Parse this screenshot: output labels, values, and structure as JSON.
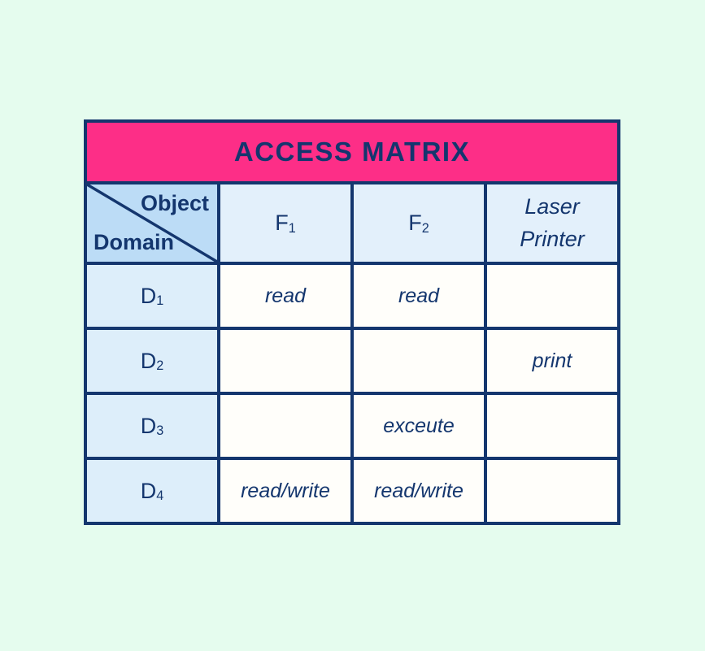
{
  "title": "ACCESS MATRIX",
  "colors": {
    "page_background": "#e5fcee",
    "title_background": "#fd2e87",
    "title_text": "#ffffff",
    "border_navy": "#14366e",
    "text_navy": "#14366e",
    "corner_cell_blue": "#bcdcf6",
    "header_cell_blue": "#e3f0fb",
    "label_cell_blue": "#ddeefa",
    "data_cell_white": "#fffefa"
  },
  "matrix": {
    "corner": {
      "object_label": "Object",
      "domain_label": "Domain"
    },
    "headers": {
      "f1": {
        "base": "F",
        "sub": "1"
      },
      "f2": {
        "base": "F",
        "sub": "2"
      },
      "laser": "Laser Printer"
    },
    "rows": [
      {
        "label": {
          "base": "D",
          "sub": "1"
        },
        "f1": "read",
        "f2": "read",
        "laser": ""
      },
      {
        "label": {
          "base": "D",
          "sub": "2"
        },
        "f1": "",
        "f2": "",
        "laser": "print"
      },
      {
        "label": {
          "base": "D",
          "sub": "3"
        },
        "f1": "",
        "f2": "exceute",
        "laser": ""
      },
      {
        "label": {
          "base": "D",
          "sub": "4"
        },
        "f1": "read/write",
        "f2": "read/write",
        "laser": ""
      }
    ]
  }
}
